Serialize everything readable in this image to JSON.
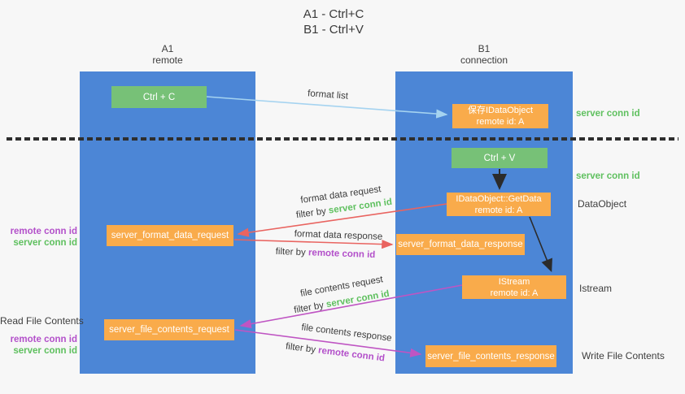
{
  "title": {
    "line1": "A1 - Ctrl+C",
    "line2": "B1 - Ctrl+V"
  },
  "lanes": {
    "a": {
      "title": "A1",
      "subtitle": "remote"
    },
    "b": {
      "title": "B1",
      "subtitle": "connection"
    }
  },
  "nodes": {
    "ctrl_c": {
      "label": "Ctrl + C"
    },
    "ctrl_v": {
      "label": "Ctrl + V"
    },
    "save_idataobject": {
      "line1": "保存IDataObject",
      "line2": "remote id: A"
    },
    "getdata": {
      "line1": "IDataObject::GetData",
      "line2": "remote id: A"
    },
    "istream": {
      "line1": "IStream",
      "line2": "remote id: A"
    },
    "format_request": {
      "label": "server_format_data_request"
    },
    "format_response": {
      "label": "server_format_data_response"
    },
    "file_request": {
      "label": "server_file_contents_request"
    },
    "file_response": {
      "label": "server_file_contents_response"
    }
  },
  "edges": {
    "format_list": {
      "label": "format list"
    },
    "format_data_request": {
      "label": "format data request",
      "filter_prefix": "filter by",
      "filter_key": "server conn id"
    },
    "format_data_response": {
      "label": "format data response",
      "filter_prefix": "filter by",
      "filter_key": "remote conn id"
    },
    "file_contents_request": {
      "label": "file contents request",
      "filter_prefix": "filter by",
      "filter_key": "server conn id"
    },
    "file_contents_response": {
      "label": "file contents response",
      "filter_prefix": "filter by",
      "filter_key": "remote conn id"
    }
  },
  "annotations": {
    "right_top_server_conn_id": "server conn id",
    "right_mid_server_conn_id": "server conn id",
    "right_dataobject": "DataObject",
    "right_istream": "Istream",
    "right_write_file_contents": "Write File Contents",
    "left_top_remote_conn_id": "remote conn id",
    "left_top_server_conn_id": "server conn id",
    "left_read_file_contents": "Read File Contents",
    "left_bottom_remote_conn_id": "remote conn id",
    "left_bottom_server_conn_id": "server conn id"
  },
  "colors": {
    "lane_blue": "#4c86d6",
    "node_green": "#77c177",
    "node_orange": "#f9ab4b",
    "arrow_lightblue": "#a5d3f0",
    "arrow_red": "#e96460",
    "arrow_magenta": "#bf55c3",
    "arrow_black": "#2b2b2b",
    "text_green": "#5fc05f",
    "text_purple": "#b350ca",
    "text_dark": "#3d3d3d"
  }
}
